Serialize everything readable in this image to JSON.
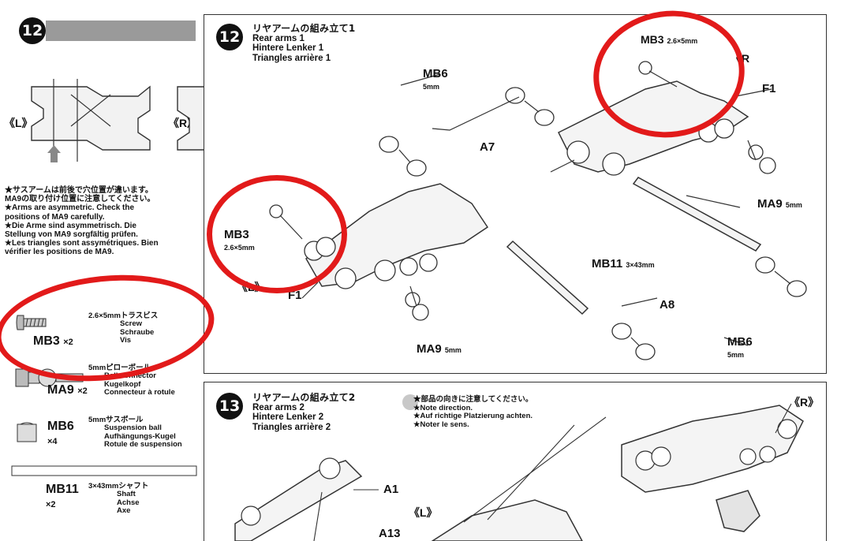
{
  "left": {
    "step_number": "12",
    "side_left": "《L》",
    "side_right": "《R》",
    "notes": [
      "★サスアームは前後で穴位置が違います。",
      "MA9の取り付け位置に注意してください。",
      "★Arms are asymmetric. Check the",
      "positions of MA9 carefully.",
      "★Die Arme sind asymmetrisch. Die",
      "Stellung von MA9 sorgfältig prüfen.",
      "★Les triangles sont assymétriques. Bien",
      "vérifier les positions de MA9."
    ],
    "parts": [
      {
        "code": "MB3",
        "qty": "×2",
        "desc": [
          "2.6×5mmトラスビス",
          "Screw",
          "Schraube",
          "Vis"
        ]
      },
      {
        "code": "MA9",
        "qty": "×2",
        "desc": [
          "5mmピローボール",
          "Ball connector",
          "Kugelkopf",
          "Connecteur à rotule"
        ]
      },
      {
        "code": "MB6",
        "qty": "×4",
        "desc": [
          "5mmサスボール",
          "Suspension ball",
          "Aufhängungs-Kugel",
          "Rotule de suspension"
        ]
      },
      {
        "code": "MB11",
        "qty": "×2",
        "desc": [
          "3×43mmシャフト",
          "Shaft",
          "Achse",
          "Axe"
        ]
      }
    ]
  },
  "step12": {
    "number": "12",
    "title_ja": "リヤアームの組み立て1",
    "title_en": "Rear arms 1",
    "title_de": "Hintere Lenker 1",
    "title_fr": "Triangles arrière 1",
    "labels": {
      "mb3_right": "MB3",
      "mb3_right_size": "2.6×5mm",
      "side_r": "《R",
      "mb6_top": "MB6",
      "mb6_top_size": "5mm",
      "f1_right": "F1",
      "a7": "A7",
      "ma9_right": "MA9",
      "ma9_right_size": "5mm",
      "mb3_left": "MB3",
      "mb3_left_size": "2.6×5mm",
      "mb11": "MB11",
      "mb11_size": "3×43mm",
      "side_l": "《L》",
      "f1_left": "F1",
      "a8": "A8",
      "ma9_left": "MA9",
      "ma9_left_size": "5mm",
      "mb6_bottom": "MB6",
      "mb6_bottom_size": "5mm"
    }
  },
  "step13": {
    "number": "13",
    "title_ja": "リヤアームの組み立て2",
    "title_en": "Rear arms 2",
    "title_de": "Hintere Lenker 2",
    "title_fr": "Triangles arrière 2",
    "notes": [
      "★部品の向きに注意してください。",
      "★Note direction.",
      "★Auf richtige Platzierung achten.",
      "★Noter le sens."
    ],
    "labels": {
      "side_r": "《R》",
      "side_l": "《L》",
      "a1": "A1",
      "a13": "A13"
    }
  },
  "colors": {
    "highlight": "#e21a1a",
    "header_bar": "#9a9a9a",
    "ink": "#111111"
  }
}
